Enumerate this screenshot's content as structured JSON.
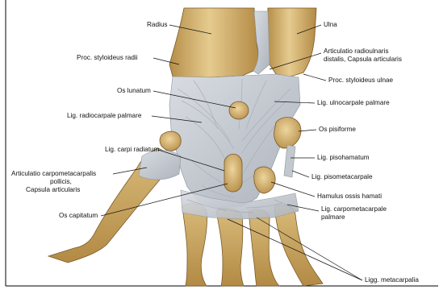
{
  "figure": {
    "labels": {
      "radius": "Radius",
      "ulna": "Ulna",
      "proc_styloideus_radii": "Proc. styloideus radii",
      "articulatio_radioulnaris_line1": "Articulatio radioulnaris",
      "articulatio_radioulnaris_line2": "distalis, Capsula articularis",
      "proc_styloideus_ulnae": "Proc. styloideus ulnae",
      "os_lunatum": "Os lunatum",
      "lig_ulnocarpale_palmare": "Lig. ulnocarpale palmare",
      "lig_radiocarpale_palmare": "Lig. radiocarpale palmare",
      "os_pisiforme": "Os pisiforme",
      "lig_carpi_radiatum": "Lig. carpi radiatum",
      "lig_pisohamatum": "Lig. pisohamatum",
      "articulatio_carpometacarpalis_line1": "Articulatio carpometacarpalis",
      "articulatio_carpometacarpalis_line2": "pollicis,",
      "articulatio_carpometacarpalis_line3": "Capsula articularis",
      "lig_pisometacarpale": "Lig. pisometacarpale",
      "hamulus_ossis_hamati": "Hamulus ossis hamati",
      "os_capitatum": "Os capitatum",
      "lig_carpometacarpale_line1": "Lig. carpometacarpale",
      "lig_carpometacarpale_line2": "palmare",
      "ligg_metacarpalia": "Ligg. metacarpalia"
    },
    "colors": {
      "bone_light": "#e2c68a",
      "bone_mid": "#c9a35c",
      "bone_dark": "#a67f3c",
      "ligament": "#c9ced6",
      "ligament_dark": "#9aa1ab",
      "text": "#111111",
      "background": "#ffffff"
    }
  }
}
